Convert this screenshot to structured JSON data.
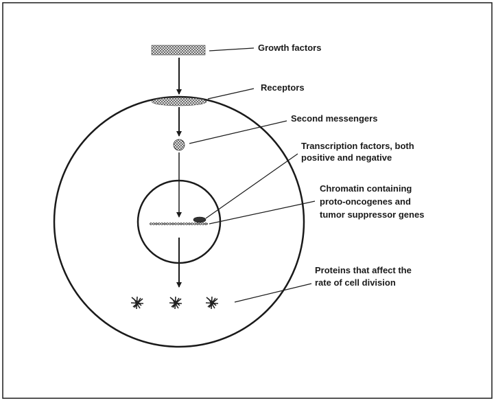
{
  "labels": {
    "growth_factors": "Growth factors",
    "receptors": "Receptors",
    "second_messengers": "Second messengers",
    "transcription_1": "Transcription factors, both",
    "transcription_2": "positive and negative",
    "chromatin_1": "Chromatin containing",
    "chromatin_2": "proto-oncogenes and",
    "chromatin_3": "tumor suppressor genes",
    "proteins_1": "Proteins that affect the",
    "proteins_2": "rate of cell division"
  },
  "colors": {
    "ink": "#1a1a1a",
    "hatch": "#555555",
    "background": "#ffffff"
  }
}
